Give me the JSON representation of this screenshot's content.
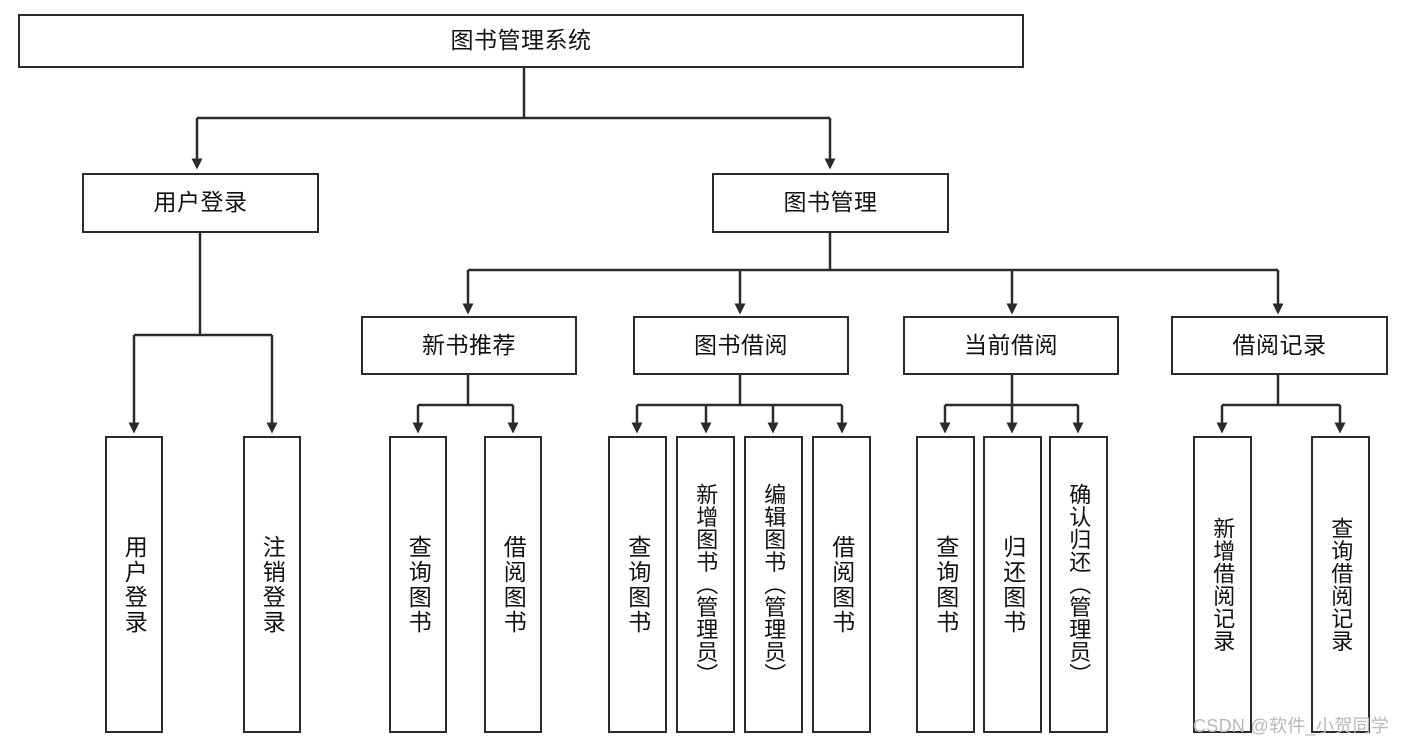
{
  "diagram": {
    "title": "图书管理系统",
    "type": "tree-hierarchy-chart",
    "root": {
      "id": "root",
      "label": "图书管理系统"
    },
    "level1": [
      {
        "id": "user-login",
        "label": "用户登录"
      },
      {
        "id": "book-manage",
        "label": "图书管理"
      }
    ],
    "level2": [
      {
        "id": "new-book-recommend",
        "label": "新书推荐",
        "parent": "book-manage"
      },
      {
        "id": "book-borrow",
        "label": "图书借阅",
        "parent": "book-manage"
      },
      {
        "id": "current-borrow",
        "label": "当前借阅",
        "parent": "book-manage"
      },
      {
        "id": "borrow-record",
        "label": "借阅记录",
        "parent": "book-manage"
      }
    ],
    "leaves": [
      {
        "id": "leaf-user-login",
        "label": "用户登录",
        "parent": "user-login"
      },
      {
        "id": "leaf-logout-login",
        "label": "注销登录",
        "parent": "user-login"
      },
      {
        "id": "leaf-query-book-1",
        "label": "查询图书",
        "parent": "new-book-recommend"
      },
      {
        "id": "leaf-borrow-book-1",
        "label": "借阅图书",
        "parent": "new-book-recommend"
      },
      {
        "id": "leaf-query-book-2",
        "label": "查询图书",
        "parent": "book-borrow"
      },
      {
        "id": "leaf-add-book",
        "label": "新增图书（管理员）",
        "parent": "book-borrow"
      },
      {
        "id": "leaf-edit-book",
        "label": "编辑图书（管理员）",
        "parent": "book-borrow"
      },
      {
        "id": "leaf-borrow-book-2",
        "label": "借阅图书",
        "parent": "book-borrow"
      },
      {
        "id": "leaf-query-book-3",
        "label": "查询图书",
        "parent": "current-borrow"
      },
      {
        "id": "leaf-return-book",
        "label": "归还图书",
        "parent": "current-borrow"
      },
      {
        "id": "leaf-confirm-return",
        "label": "确认归还（管理员）",
        "parent": "current-borrow"
      },
      {
        "id": "leaf-add-record",
        "label": "新增借阅记录",
        "parent": "borrow-record"
      },
      {
        "id": "leaf-query-record",
        "label": "查询借阅记录",
        "parent": "borrow-record"
      }
    ],
    "watermark": "CSDN @软件_小贺同学",
    "colors": {
      "stroke": "#2b2b2b",
      "background": "#ffffff",
      "text": "#111111",
      "watermark": "#b8b8b8"
    }
  }
}
